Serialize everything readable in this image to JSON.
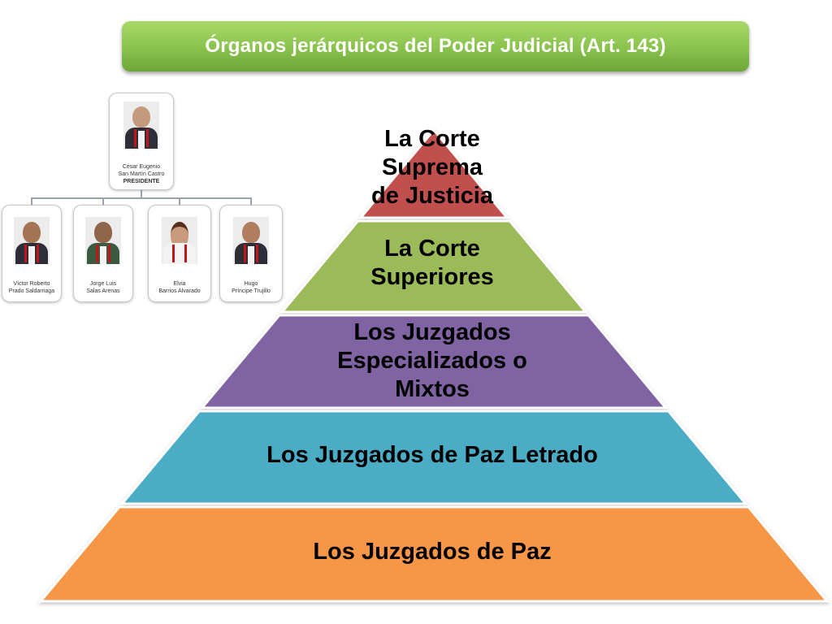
{
  "title": "Órganos jerárquicos del Poder Judicial (Art. 143)",
  "pyramid_levels": [
    {
      "label": "La Corte\nSuprema\nde Justicia",
      "color": "#c0504d"
    },
    {
      "label": "La Corte\nSuperiores",
      "color": "#9bbb59"
    },
    {
      "label": "Los Juzgados\nEspecializados o\nMixtos",
      "color": "#8064a2"
    },
    {
      "label": "Los Juzgados de Paz Letrado",
      "color": "#4bacc6"
    },
    {
      "label": "Los Juzgados de Paz",
      "color": "#f79646"
    }
  ],
  "org_chart": {
    "president": {
      "name_line1": "César Eugenio",
      "name_line2": "San Martín Castro",
      "role": "PRESIDENTE"
    },
    "members": [
      {
        "name_line1": "Víctor Roberto",
        "name_line2": "Prado Saldarriaga"
      },
      {
        "name_line1": "Jorge Luis",
        "name_line2": "Salas Arenas"
      },
      {
        "name_line1": "Elvia",
        "name_line2": "Barrios Alvarado"
      },
      {
        "name_line1": "Hugo",
        "name_line2": "Príncipe Trujillo"
      }
    ]
  }
}
